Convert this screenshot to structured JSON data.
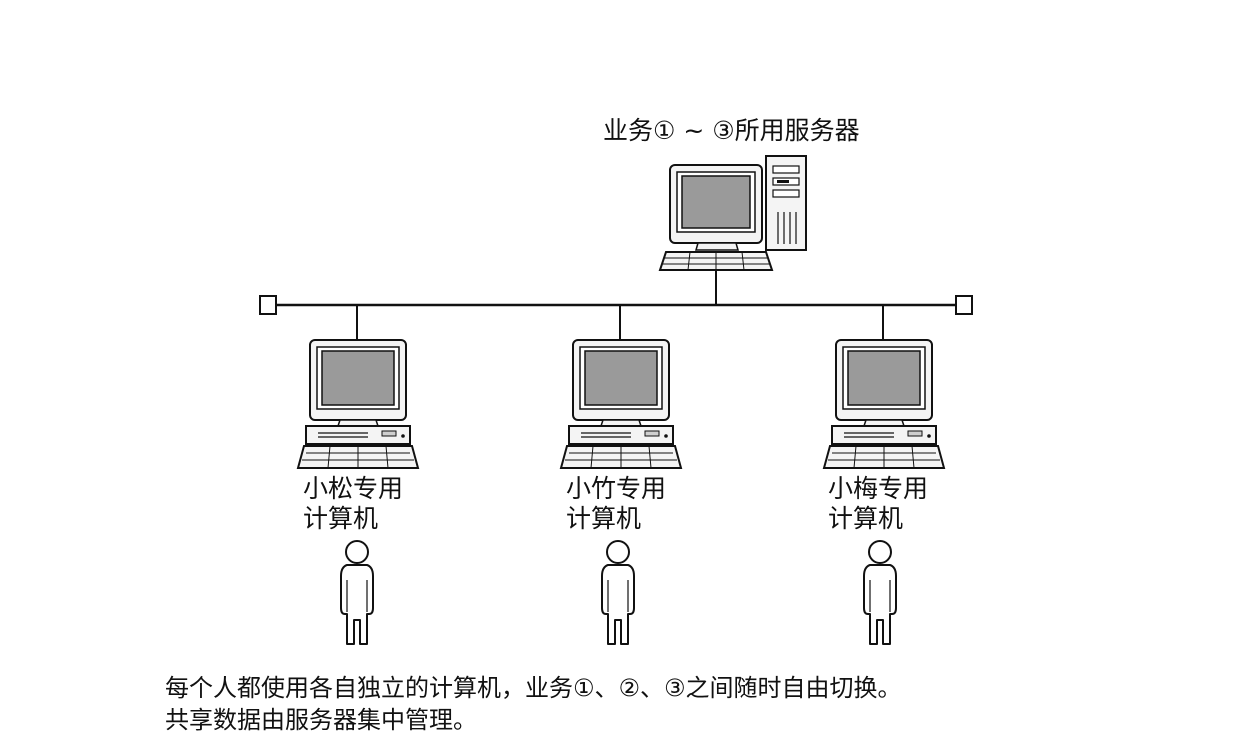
{
  "server": {
    "label": "业务① ~ ③所用服务器"
  },
  "clients": [
    {
      "line1": "小松专用",
      "line2": "计算机"
    },
    {
      "line1": "小竹专用",
      "line2": "计算机"
    },
    {
      "line1": "小梅专用",
      "line2": "计算机"
    }
  ],
  "caption": {
    "line1": "每个人都使用各自独立的计算机，业务①、②、③之间随时自由切换。",
    "line2": "共享数据由服务器集中管理。"
  }
}
